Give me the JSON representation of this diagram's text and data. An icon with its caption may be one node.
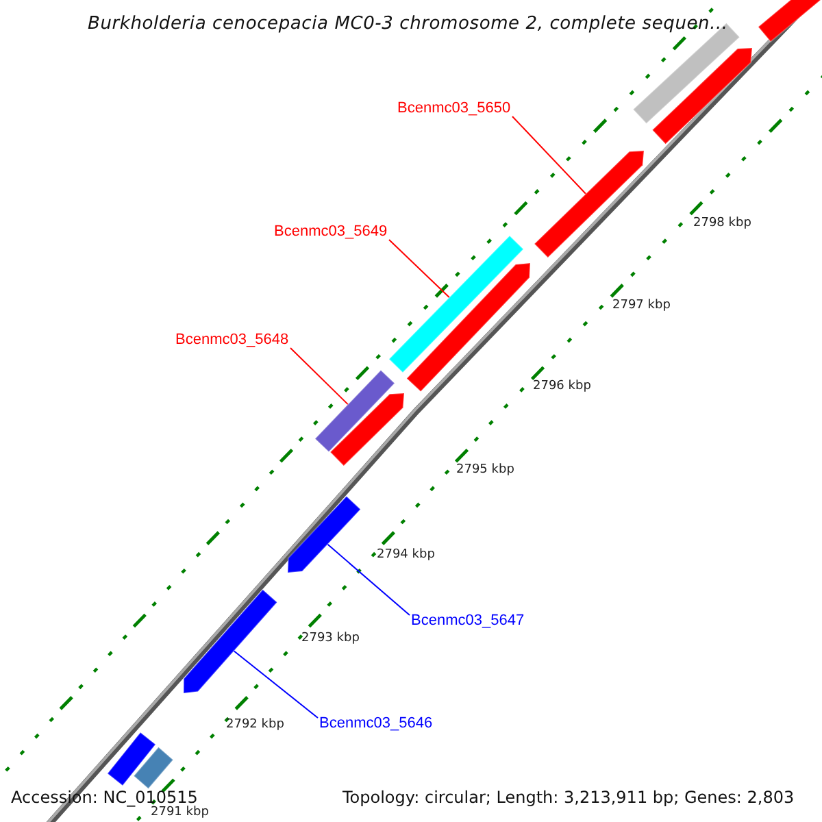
{
  "diagram": {
    "title": "Burkholderia cenocepacia MC0-3 chromosome 2, complete sequen...",
    "nodes": [
      {
        "text": [
          "Bcenmc03_5650"
        ]
      },
      {
        "text": [
          "Bcenmc03_5649"
        ]
      },
      {
        "text": [
          "Bcenmc03_5648"
        ]
      },
      {
        "text": [
          "Bcenmc03_5647"
        ]
      },
      {
        "text": [
          "Bcenmc03_5646"
        ]
      },
      {
        "text": [],
        "shape": "bar"
      },
      {
        "text": [],
        "shape": "bar"
      },
      {
        "text": [],
        "shape": "arrow"
      },
      {
        "text": [],
        "shape": "arrow"
      },
      {
        "text": [],
        "shape": "bar"
      },
      {
        "text": [],
        "shape": "arrow"
      },
      {
        "text": [],
        "shape": "bar"
      },
      {
        "text": [],
        "shape": "arrow"
      },
      {
        "text": [],
        "shape": "arrow"
      },
      {
        "text": [],
        "shape": "arrow"
      },
      {
        "text": [],
        "shape": "bar"
      },
      {
        "text": [],
        "shape": "bar"
      }
    ],
    "edges": [
      {
        "from": 0,
        "to": 8,
        "arrow": "none"
      },
      {
        "from": 1,
        "to": 9,
        "arrow": "none"
      },
      {
        "from": 2,
        "to": 11,
        "arrow": "none"
      },
      {
        "from": 3,
        "to": 13,
        "arrow": "none",
        "color": "#0000ff"
      },
      {
        "from": 4,
        "to": 14,
        "arrow": "none",
        "color": "#0000ff"
      }
    ],
    "labels": [
      "2798 kbp",
      "2797 kbp",
      "2796 kbp",
      "2795 kbp",
      "2794 kbp",
      "2793 kbp",
      "2792 kbp",
      "Accession: NC_010515",
      "Topology: circular; Length: 3,213,911 bp; Genes: 2,803",
      "2791 kbp"
    ]
  }
}
